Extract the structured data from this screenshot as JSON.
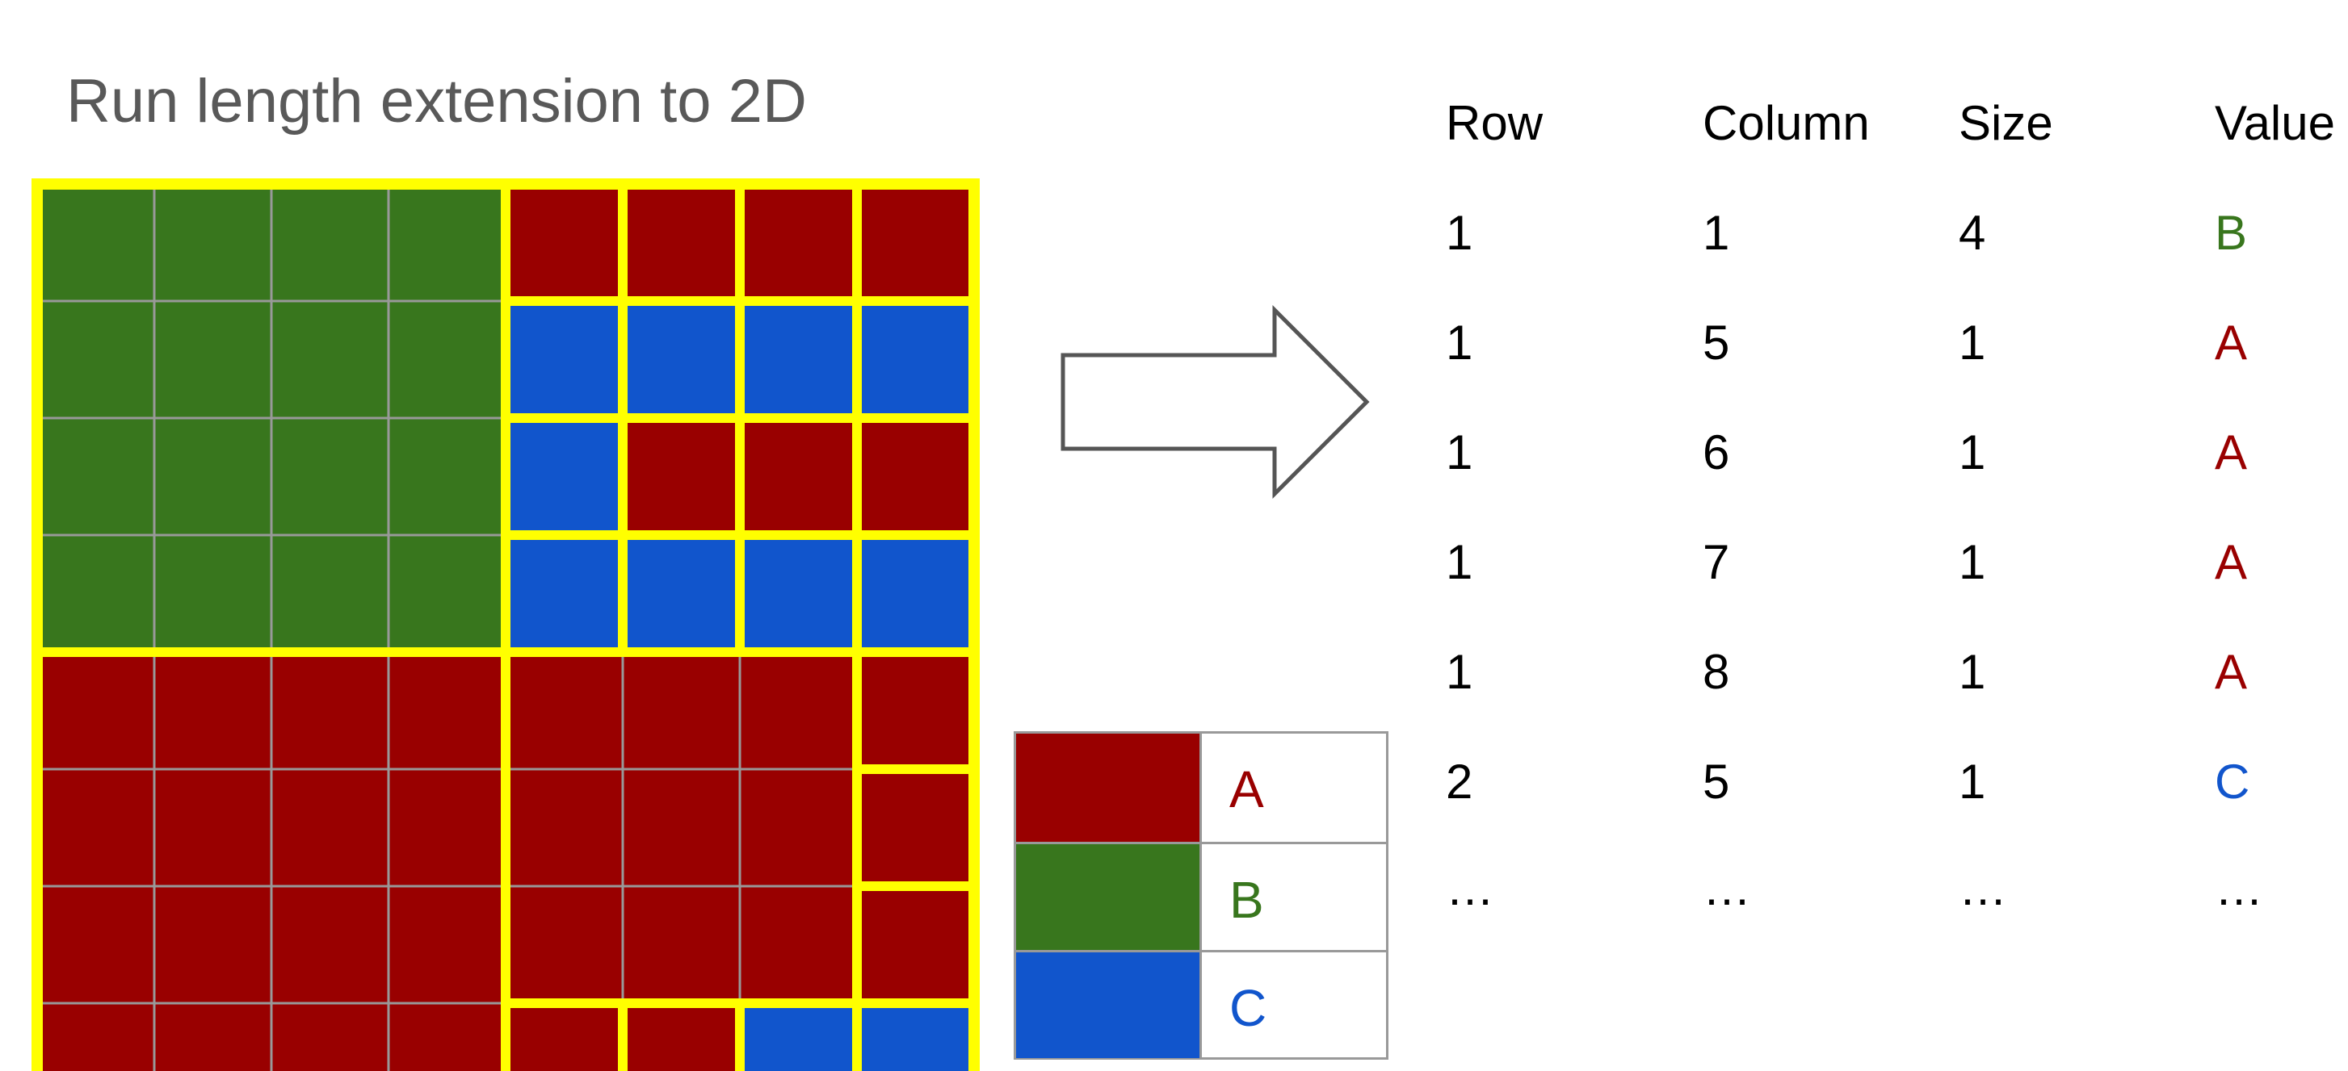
{
  "title": "Run length extension to 2D",
  "colors": {
    "A": "#990000",
    "B": "#38761d",
    "C": "#1155cc",
    "grid_line": "#999999",
    "block_border": "#ffff00"
  },
  "grid": {
    "rows": [
      [
        "B",
        "B",
        "B",
        "B",
        "A",
        "A",
        "A",
        "A"
      ],
      [
        "B",
        "B",
        "B",
        "B",
        "C",
        "C",
        "C",
        "C"
      ],
      [
        "B",
        "B",
        "B",
        "B",
        "C",
        "A",
        "A",
        "A"
      ],
      [
        "B",
        "B",
        "B",
        "B",
        "C",
        "C",
        "C",
        "C"
      ],
      [
        "A",
        "A",
        "A",
        "A",
        "A",
        "A",
        "A",
        "A"
      ],
      [
        "A",
        "A",
        "A",
        "A",
        "A",
        "A",
        "A",
        "A"
      ],
      [
        "A",
        "A",
        "A",
        "A",
        "A",
        "A",
        "A",
        "A"
      ],
      [
        "A",
        "A",
        "A",
        "A",
        "A",
        "A",
        "C",
        "C"
      ]
    ],
    "blocks": [
      {
        "row": 1,
        "col": 1,
        "size": 4
      },
      {
        "row": 1,
        "col": 5,
        "size": 1
      },
      {
        "row": 1,
        "col": 6,
        "size": 1
      },
      {
        "row": 1,
        "col": 7,
        "size": 1
      },
      {
        "row": 1,
        "col": 8,
        "size": 1
      },
      {
        "row": 2,
        "col": 5,
        "size": 1
      },
      {
        "row": 2,
        "col": 6,
        "size": 1
      },
      {
        "row": 2,
        "col": 7,
        "size": 1
      },
      {
        "row": 2,
        "col": 8,
        "size": 1
      },
      {
        "row": 3,
        "col": 5,
        "size": 1
      },
      {
        "row": 3,
        "col": 6,
        "size": 1
      },
      {
        "row": 3,
        "col": 7,
        "size": 1
      },
      {
        "row": 3,
        "col": 8,
        "size": 1
      },
      {
        "row": 4,
        "col": 5,
        "size": 1
      },
      {
        "row": 4,
        "col": 6,
        "size": 1
      },
      {
        "row": 4,
        "col": 7,
        "size": 1
      },
      {
        "row": 4,
        "col": 8,
        "size": 1
      },
      {
        "row": 5,
        "col": 1,
        "size": 4
      },
      {
        "row": 5,
        "col": 5,
        "size": 3
      },
      {
        "row": 5,
        "col": 8,
        "size": 1
      },
      {
        "row": 6,
        "col": 8,
        "size": 1
      },
      {
        "row": 7,
        "col": 8,
        "size": 1
      },
      {
        "row": 8,
        "col": 5,
        "size": 1
      },
      {
        "row": 8,
        "col": 6,
        "size": 1
      },
      {
        "row": 8,
        "col": 7,
        "size": 1
      },
      {
        "row": 8,
        "col": 8,
        "size": 1
      }
    ]
  },
  "legend": [
    {
      "label": "A",
      "color": "#990000"
    },
    {
      "label": "B",
      "color": "#38761d"
    },
    {
      "label": "C",
      "color": "#1155cc"
    }
  ],
  "table": {
    "headers": [
      "Row",
      "Column",
      "Size",
      "Value"
    ],
    "rows": [
      [
        "1",
        "1",
        "4",
        "B"
      ],
      [
        "1",
        "5",
        "1",
        "A"
      ],
      [
        "1",
        "6",
        "1",
        "A"
      ],
      [
        "1",
        "7",
        "1",
        "A"
      ],
      [
        "1",
        "8",
        "1",
        "A"
      ],
      [
        "2",
        "5",
        "1",
        "C"
      ],
      [
        "…",
        "…",
        "…",
        "…"
      ]
    ]
  }
}
